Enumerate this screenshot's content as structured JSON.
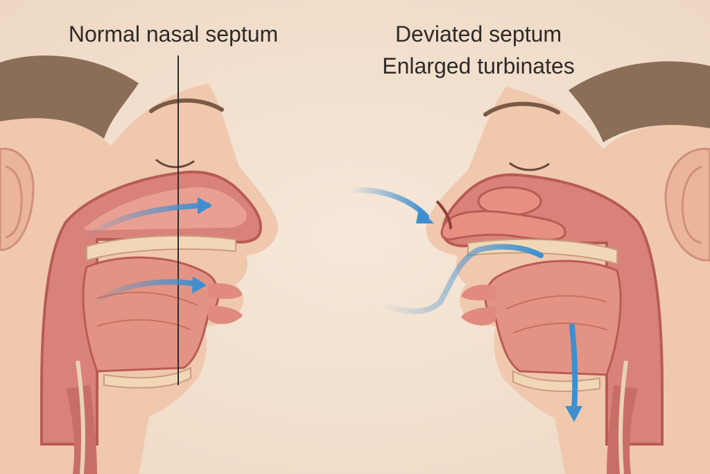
{
  "labels": {
    "left": "Normal nasal septum",
    "right_line1": "Deviated septum",
    "right_line2": "Enlarged turbinates"
  },
  "colors": {
    "background": "#f3e3d3",
    "skin": "#f0c8ae",
    "skin_shadow": "#e3a98e",
    "tissue": "#d9827a",
    "tissue_dark": "#b85b55",
    "cavity": "#e9a093",
    "bone": "#f1d7b6",
    "hair": "#8a6e58",
    "airflow": "#3f8fd0",
    "text": "#2f2a28"
  },
  "icons": [
    "airflow-arrow-icon",
    "closed-eye-icon",
    "ear-icon"
  ]
}
